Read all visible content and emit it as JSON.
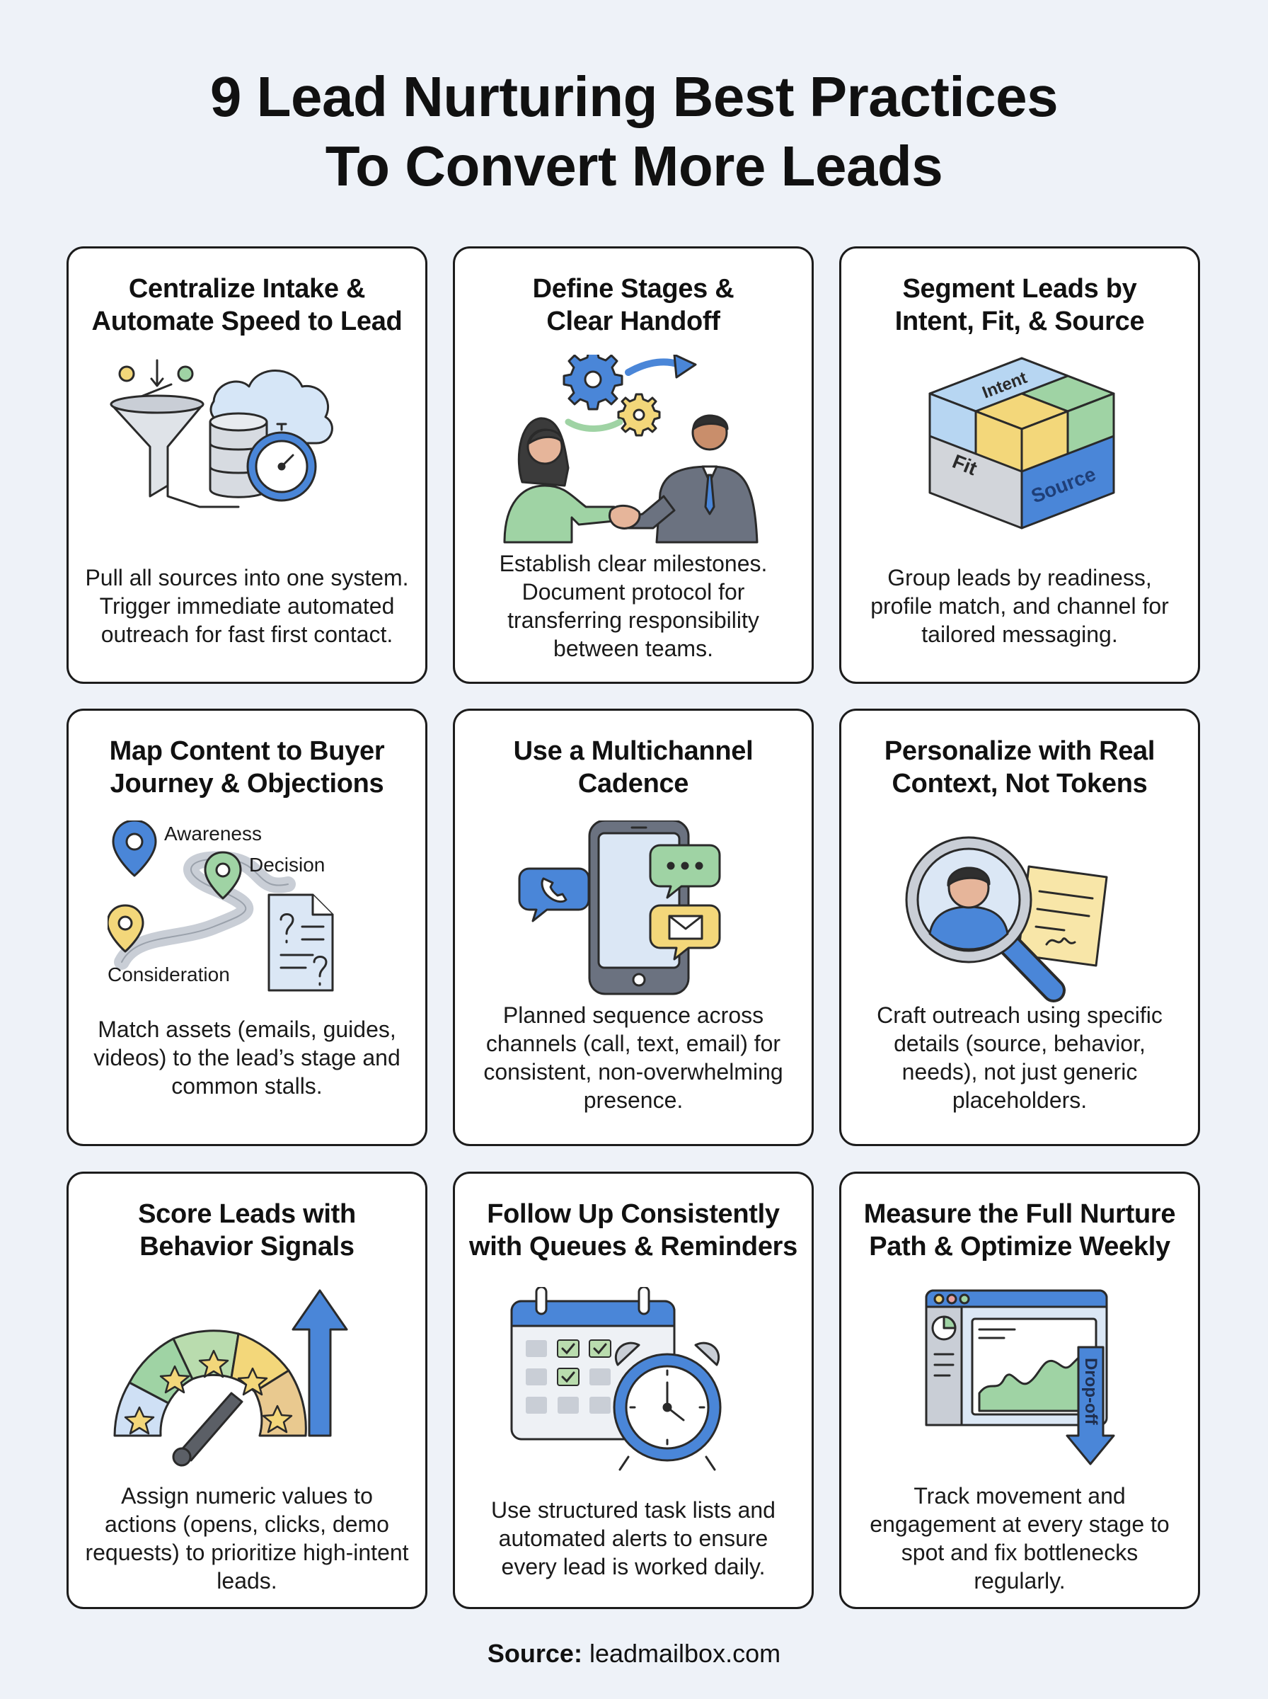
{
  "title": {
    "line1": "9 Lead Nurturing Best Practices",
    "line2": "To Convert More Leads"
  },
  "cards": [
    {
      "title_line1": "Centralize Intake &",
      "title_line2": "Automate Speed to Lead",
      "description": "Pull all sources into one system. Trigger immediate automated outreach for fast first contact.",
      "icon": "funnel-database-stopwatch-icon"
    },
    {
      "title_line1": "Define Stages &",
      "title_line2": "Clear Handoff",
      "description": "Establish clear milestones. Document protocol for transferring responsibility between teams.",
      "icon": "handshake-gears-icon"
    },
    {
      "title_line1": "Segment Leads by",
      "title_line2": "Intent, Fit, & Source",
      "description": "Group leads by readiness, profile match, and channel for tailored messaging.",
      "icon": "segment-cube-icon",
      "cube_labels": {
        "top": "Intent",
        "left": "Fit",
        "right": "Source"
      }
    },
    {
      "title_line1": "Map Content to Buyer",
      "title_line2": "Journey & Objections",
      "description": "Match assets (emails, guides, videos) to the lead’s stage and common stalls.",
      "icon": "journey-map-icon",
      "map_labels": {
        "a": "Awareness",
        "b": "Decision",
        "c": "Consideration"
      }
    },
    {
      "title_line1": "Use a Multichannel",
      "title_line2": "Cadence",
      "description": "Planned sequence across channels (call, text, email) for consistent, non-overwhelming presence.",
      "icon": "phone-channels-icon"
    },
    {
      "title_line1": "Personalize with Real",
      "title_line2": "Context, Not Tokens",
      "description": "Craft outreach using specific details (source, behavior, needs), not just generic placeholders.",
      "icon": "magnifier-profile-icon"
    },
    {
      "title_line1": "Score Leads with",
      "title_line2": "Behavior Signals",
      "description": "Assign numeric values to actions (opens, clicks, demo requests) to prioritize high-intent leads.",
      "icon": "score-gauge-icon"
    },
    {
      "title_line1": "Follow Up Consistently",
      "title_line2": "with Queues & Reminders",
      "description": "Use structured task lists and automated alerts to ensure every lead is worked daily.",
      "icon": "calendar-alarm-icon"
    },
    {
      "title_line1": "Measure the Full Nurture",
      "title_line2": "Path & Optimize Weekly",
      "description": "Track movement and engagement at every stage to spot and fix bottlenecks regularly.",
      "icon": "dashboard-dropoff-icon",
      "arrow_label": "Drop-off"
    }
  ],
  "footer": {
    "label": "Source:",
    "value": "leadmailbox.com"
  },
  "colors": {
    "background": "#eef2f8",
    "blue": "#4a86d8",
    "light_blue": "#cfe0f5",
    "green": "#9fd3a4",
    "yellow": "#f3d77a",
    "orange": "#e9c98f",
    "outline": "#2a2a2a"
  }
}
